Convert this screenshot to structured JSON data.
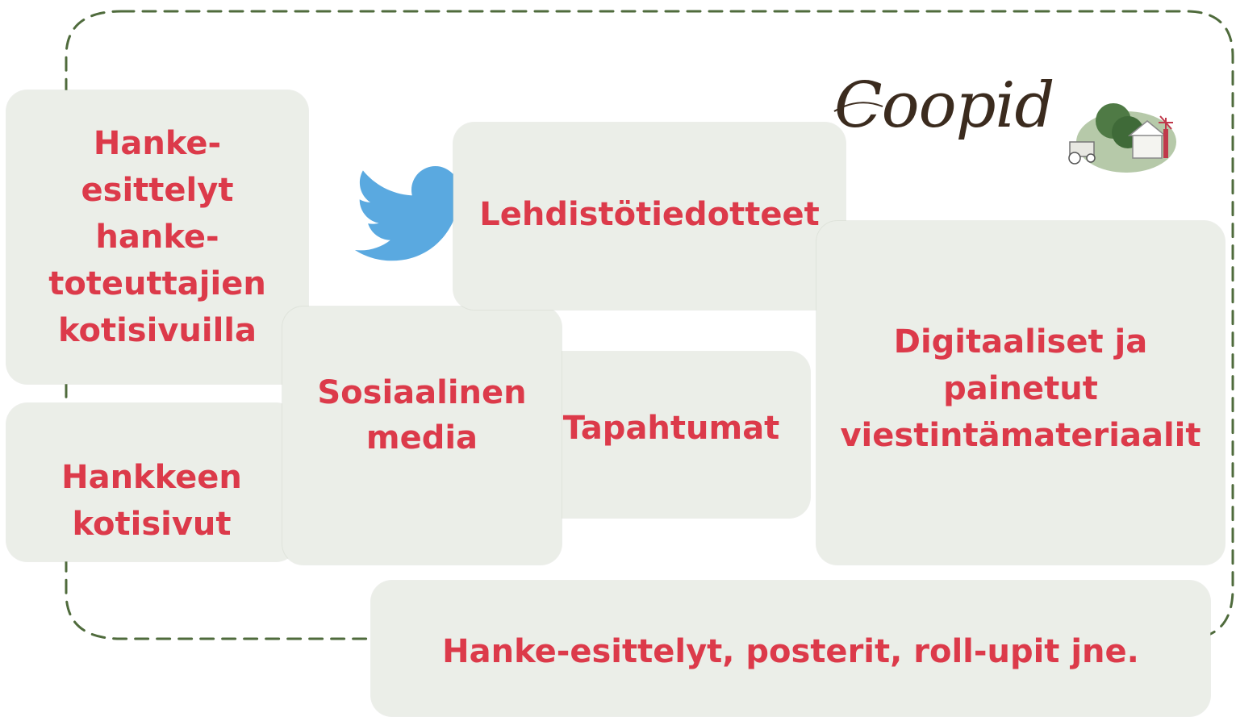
{
  "logo": {
    "text": "Coopid"
  },
  "colors": {
    "box_fill": "#ebeee8",
    "label": "#dc3a4a",
    "frame": "#4f6b3c",
    "twitter": "#5aa9e0"
  },
  "icons": [
    "twitter-bird-icon",
    "coopid-farm-logo"
  ],
  "boxes": {
    "hanke_esittelyt": "Hanke-\nesittelyt\nhanke-\ntoteuttajien\nkotisivuilla",
    "hankkeen_kotisivut": "Hankkeen\nkotisivut",
    "sosiaalinen_media": "Sosiaalinen\nmedia",
    "lehdistotiedotteet": "Lehdistötiedotteet",
    "tapahtumat": "Tapahtumat",
    "digitaaliset": "Digitaaliset ja\npainetut\nviestintämateriaalit",
    "bottom": "Hanke-esittelyt, posterit, roll-upit jne."
  }
}
